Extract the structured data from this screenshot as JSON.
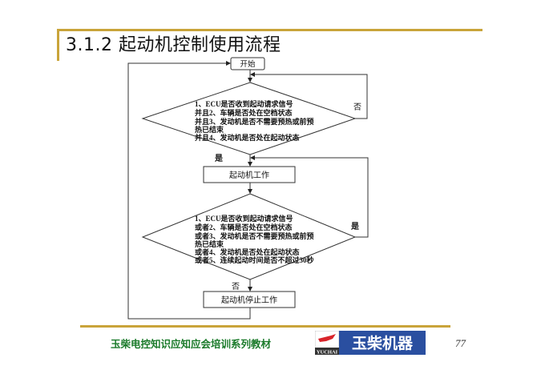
{
  "title": "3.1.2 起动机控制使用流程",
  "flowchart": {
    "start": "开始",
    "decision1": {
      "lines": [
        "1、ECU是否收到起动请求信号",
        "并且2、车辆是否处在空档状态",
        "并且3、发动机是否不需要预热或前预",
        "热已结束",
        "并且4、发动机是否处在起动状态"
      ],
      "no_label": "否",
      "yes_label": "是"
    },
    "process1": "起动机工作",
    "decision2": {
      "lines": [
        "1、ECU是否收到起动请求信号",
        "或者2、车辆是否处在空档状态",
        "或者3、发动机是否不需要预热或前预",
        "热已结束",
        "或者4、发动机是否处在起动状态",
        "或者5、连续起动时间是否不超过30秒"
      ],
      "yes_label": "是",
      "no_label": "否"
    },
    "process2": "起动机停止工作"
  },
  "footer": {
    "text": "玉柴电控知识应知应会培训系列教材",
    "logo_brand": "玉柴机器",
    "logo_sub": "YUCHAI",
    "page_number": "77"
  },
  "colors": {
    "accent_gold": "#c9a43a",
    "footer_green": "#1a7a2a",
    "logo_blue": "#2a4fa0"
  }
}
